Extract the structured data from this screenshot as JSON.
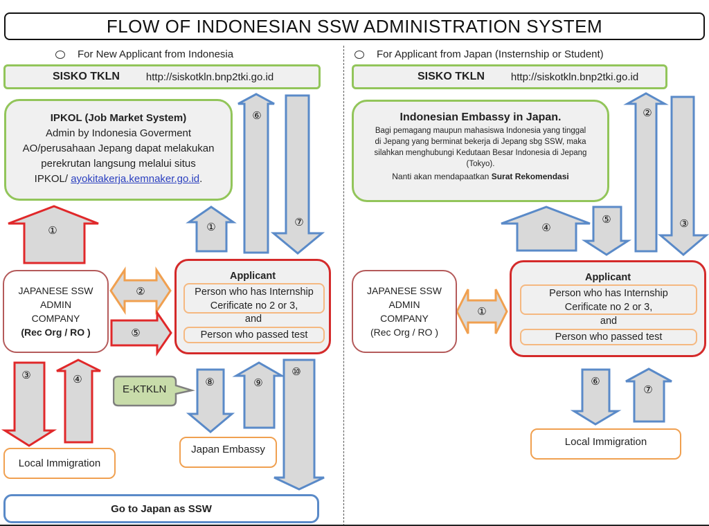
{
  "title": "FLOW OF INDONESIAN SSW ADMINISTRATION SYSTEM",
  "left": {
    "section_label": "For New Applicant from Indonesia",
    "sisko": {
      "name": "SISKO TKLN",
      "url": "http://siskotkln.bnp2tki.go.id"
    },
    "ipkol": {
      "heading": "IPKOL  (Job Market System)",
      "line1": "Admin by Indonesia Goverment",
      "line2": "AO/perusahaan  Jepang dapat melakukan",
      "line3": "perekrutan langsung melalui situs",
      "line4_prefix": "IPKOL/ ",
      "link": "ayokitakerja.kemnaker.go.id",
      "line4_suffix": "."
    },
    "company": {
      "line1": "JAPANESE SSW",
      "line2": "ADMIN",
      "line3": "COMPANY",
      "line4": "(Rec Org / RO )"
    },
    "applicant": {
      "heading": "Applicant",
      "item1_line1": "Person who has Internship",
      "item1_line2": "Cerificate no 2 or 3,",
      "conjunction": "and",
      "item2": "Person who passed test"
    },
    "ektkln": "E-KTKLN",
    "local_immigration": "Local Immigration",
    "japan_embassy": "Japan Embassy",
    "go_to_japan": "Go to Japan as SSW",
    "arrows": {
      "a1_red": "①",
      "a1_blue": "①",
      "a2": "②",
      "a3": "③",
      "a4": "④",
      "a5": "⑤",
      "a6": "⑥",
      "a7": "⑦",
      "a8": "⑧",
      "a9": "⑨",
      "a10": "⑩"
    }
  },
  "right": {
    "section_label": "For Applicant from Japan (Insternship or Student)",
    "sisko": {
      "name": "SISKO TKLN",
      "url": "http://siskotkln.bnp2tki.go.id"
    },
    "embassy": {
      "heading": "Indonesian Embassy in Japan.",
      "line1": "Bagi pemagang maupun mahasiswa Indonesia yang tinggal",
      "line2": "di Jepang yang  berminat bekerja di Jepang sbg SSW, maka",
      "line3": "silahkan menghubungi Kedutaan Besar  Indonesia di Jepang",
      "line4": "(Tokyo).",
      "line5_prefix": "Nanti akan mendapaatkan ",
      "line5_bold": "Surat Rekomendasi"
    },
    "company": {
      "line1": "JAPANESE SSW",
      "line2": "ADMIN",
      "line3": "COMPANY",
      "line4": "(Rec Org / RO )"
    },
    "applicant": {
      "heading": "Applicant",
      "item1_line1": "Person who has Internship",
      "item1_line2": "Cerificate no 2 or 3,",
      "conjunction": "and",
      "item2": "Person who passed test"
    },
    "local_immigration": "Local Immigration",
    "arrows": {
      "a1": "①",
      "a2": "②",
      "a3": "③",
      "a4": "④",
      "a5": "⑤",
      "a6": "⑥",
      "a7": "⑦"
    }
  }
}
